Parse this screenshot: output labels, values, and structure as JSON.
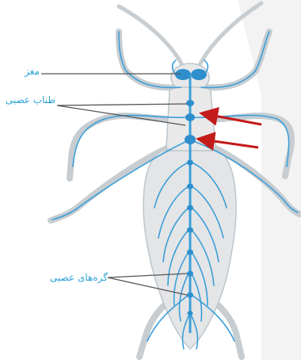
{
  "labels": {
    "brain": "مغز",
    "nerve_cord": "طناب عصبی",
    "ganglia": "گره‌های عصبی"
  },
  "colors": {
    "label_text": "#2aa1d6",
    "nerve": "#3b9fd8",
    "body_fill": "#e9e9ea",
    "body_outline": "#bcc6cc",
    "leader_line": "#555555",
    "arrow": "#c41a1a"
  }
}
